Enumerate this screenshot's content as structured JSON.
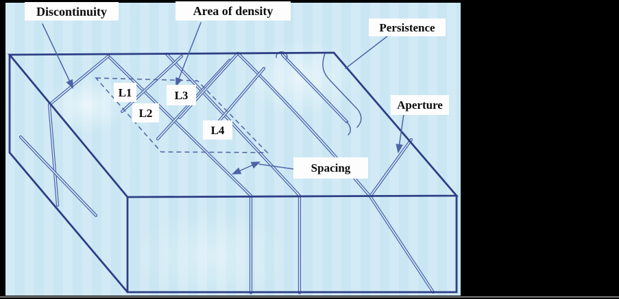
{
  "figure": {
    "description": "Block diagram of rock mass discontinuity properties",
    "annotations": {
      "discontinuity": "Discontinuity",
      "area_of_density": "Area of density",
      "persistence": "Persistence",
      "aperture": "Aperture",
      "spacing": "Spacing"
    },
    "scanlines": {
      "l1": "L1",
      "l2": "L2",
      "l3": "L3",
      "l4": "L4"
    },
    "colors": {
      "frame": "#000000",
      "scan_background": "#cfe9f4",
      "block_edge": "#2e3e85",
      "joint_line": "#4b5ea8",
      "annotation_line": "#4c63a8",
      "label_background": "#fdfdfd",
      "label_text": "#0a0a0a"
    }
  }
}
